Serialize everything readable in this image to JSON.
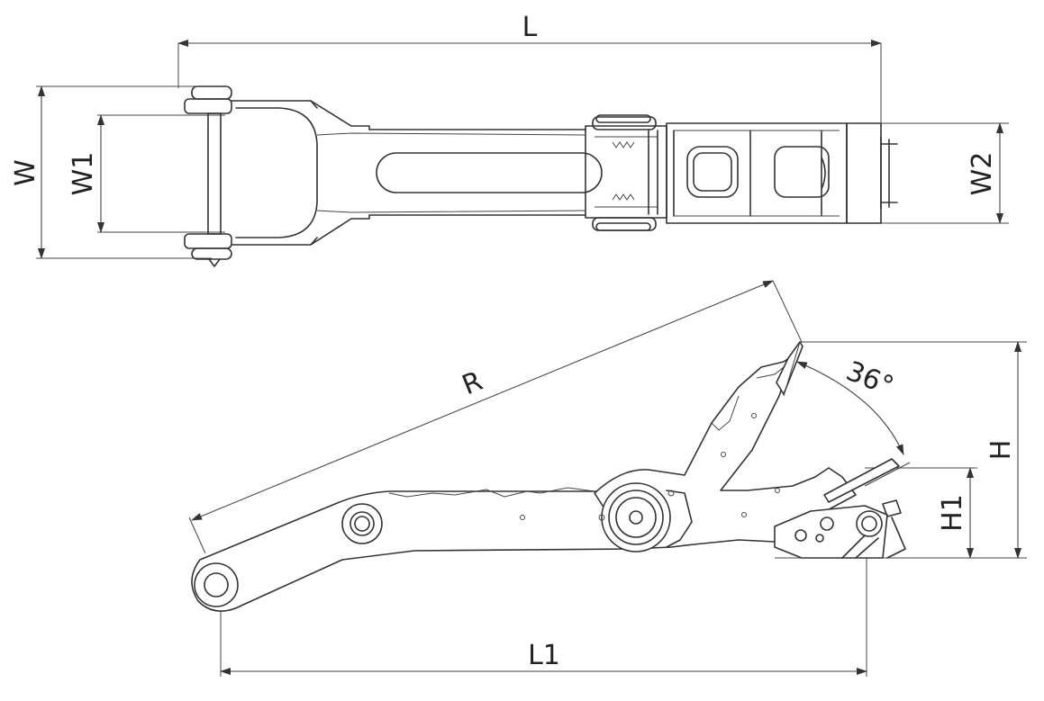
{
  "diagram": {
    "dimensions": {
      "L": "L",
      "W": "W",
      "W1": "W1",
      "W2": "W2",
      "R": "R",
      "angle": "36°",
      "H": "H",
      "H1": "H1",
      "L1": "L1"
    },
    "colors": {
      "line": "#333333",
      "background": "#ffffff"
    }
  }
}
